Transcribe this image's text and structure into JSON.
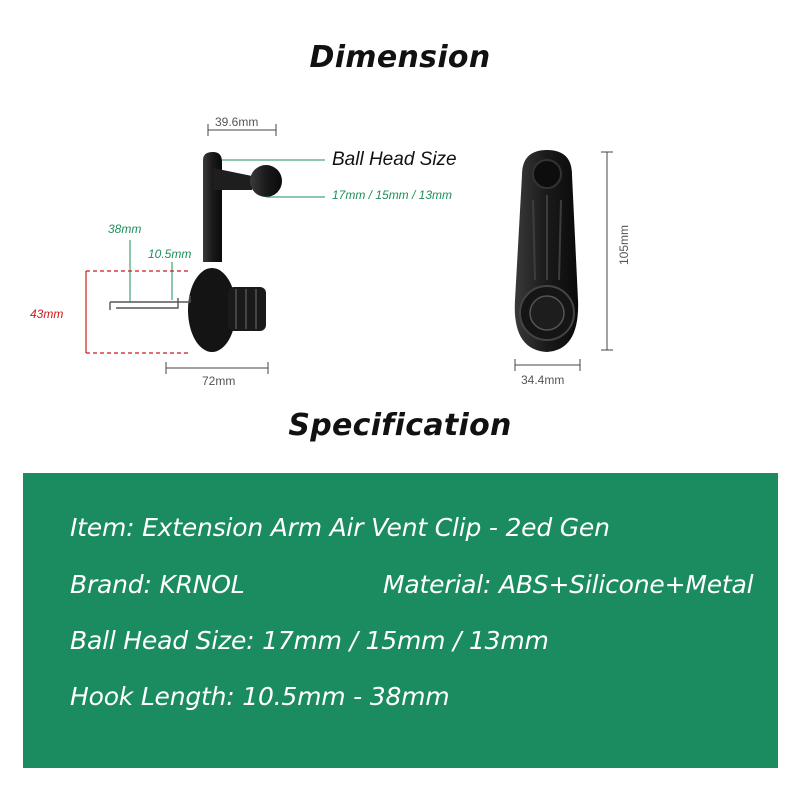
{
  "headings": {
    "dimension": "Dimension",
    "specification": "Specification"
  },
  "dimensions": {
    "width_top": "39.6mm",
    "ball_head_title": "Ball Head Size",
    "ball_head_sizes": "17mm / 15mm / 13mm",
    "hook_long": "38mm",
    "hook_short": "10.5mm",
    "clip_height": "43mm",
    "base_length": "72mm",
    "height_back": "105mm",
    "width_back": "34.4mm"
  },
  "colors": {
    "panel": "#1b8c60",
    "accent_green": "#1f8f5a",
    "accent_red": "#cc1b1b"
  },
  "specification": {
    "item": "Item: Extension Arm Air Vent Clip - 2ed Gen",
    "brand": "Brand: KRNOL",
    "material": "Material: ABS+Silicone+Metal",
    "ball_head": "Ball Head Size: 17mm / 15mm / 13mm",
    "hook_length": "Hook Length: 10.5mm - 38mm"
  }
}
